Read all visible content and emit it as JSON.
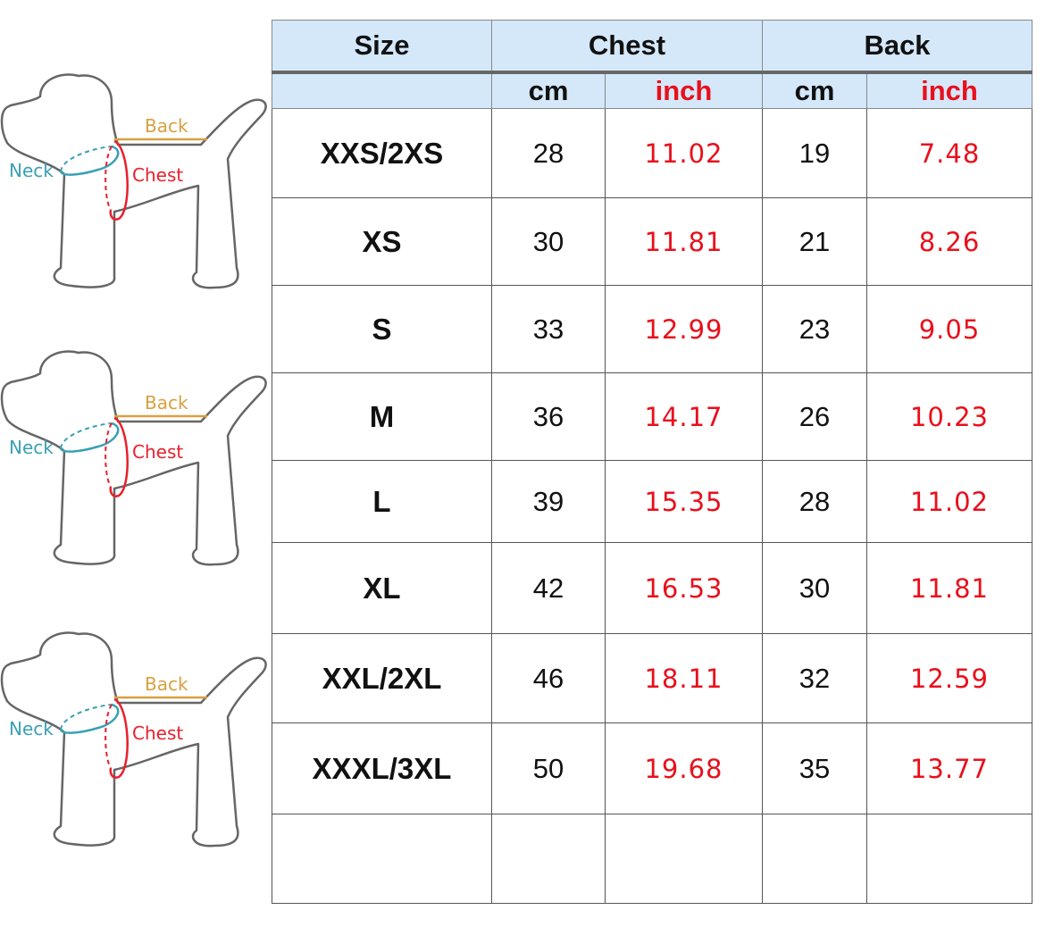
{
  "diagram_labels": {
    "back": "Back",
    "neck": "Neck",
    "chest": "Chest"
  },
  "colors": {
    "back": "#d9a040",
    "neck": "#3aa0b4",
    "chest": "#e8202c",
    "inch": "#e8101c",
    "header_bg": "#d4e8fa"
  },
  "table": {
    "headers": {
      "size": "Size",
      "chest": "Chest",
      "back": "Back"
    },
    "subheaders": {
      "chest_cm": "cm",
      "chest_inch": "inch",
      "back_cm": "cm",
      "back_inch": "inch"
    },
    "rows": [
      {
        "size": "XXS/2XS",
        "chest_cm": "28",
        "chest_inch": "11.02",
        "back_cm": "19",
        "back_inch": "7.48"
      },
      {
        "size": "XS",
        "chest_cm": "30",
        "chest_inch": "11.81",
        "back_cm": "21",
        "back_inch": "8.26"
      },
      {
        "size": "S",
        "chest_cm": "33",
        "chest_inch": "12.99",
        "back_cm": "23",
        "back_inch": "9.05"
      },
      {
        "size": "M",
        "chest_cm": "36",
        "chest_inch": "14.17",
        "back_cm": "26",
        "back_inch": "10.23"
      },
      {
        "size": "L",
        "chest_cm": "39",
        "chest_inch": "15.35",
        "back_cm": "28",
        "back_inch": "11.02"
      },
      {
        "size": "XL",
        "chest_cm": "42",
        "chest_inch": "16.53",
        "back_cm": "30",
        "back_inch": "11.81"
      },
      {
        "size": "XXL/2XL",
        "chest_cm": "46",
        "chest_inch": "18.11",
        "back_cm": "32",
        "back_inch": "12.59"
      },
      {
        "size": "XXXL/3XL",
        "chest_cm": "50",
        "chest_inch": "19.68",
        "back_cm": "35",
        "back_inch": "13.77"
      },
      {
        "size": "",
        "chest_cm": "",
        "chest_inch": "",
        "back_cm": "",
        "back_inch": ""
      }
    ]
  }
}
